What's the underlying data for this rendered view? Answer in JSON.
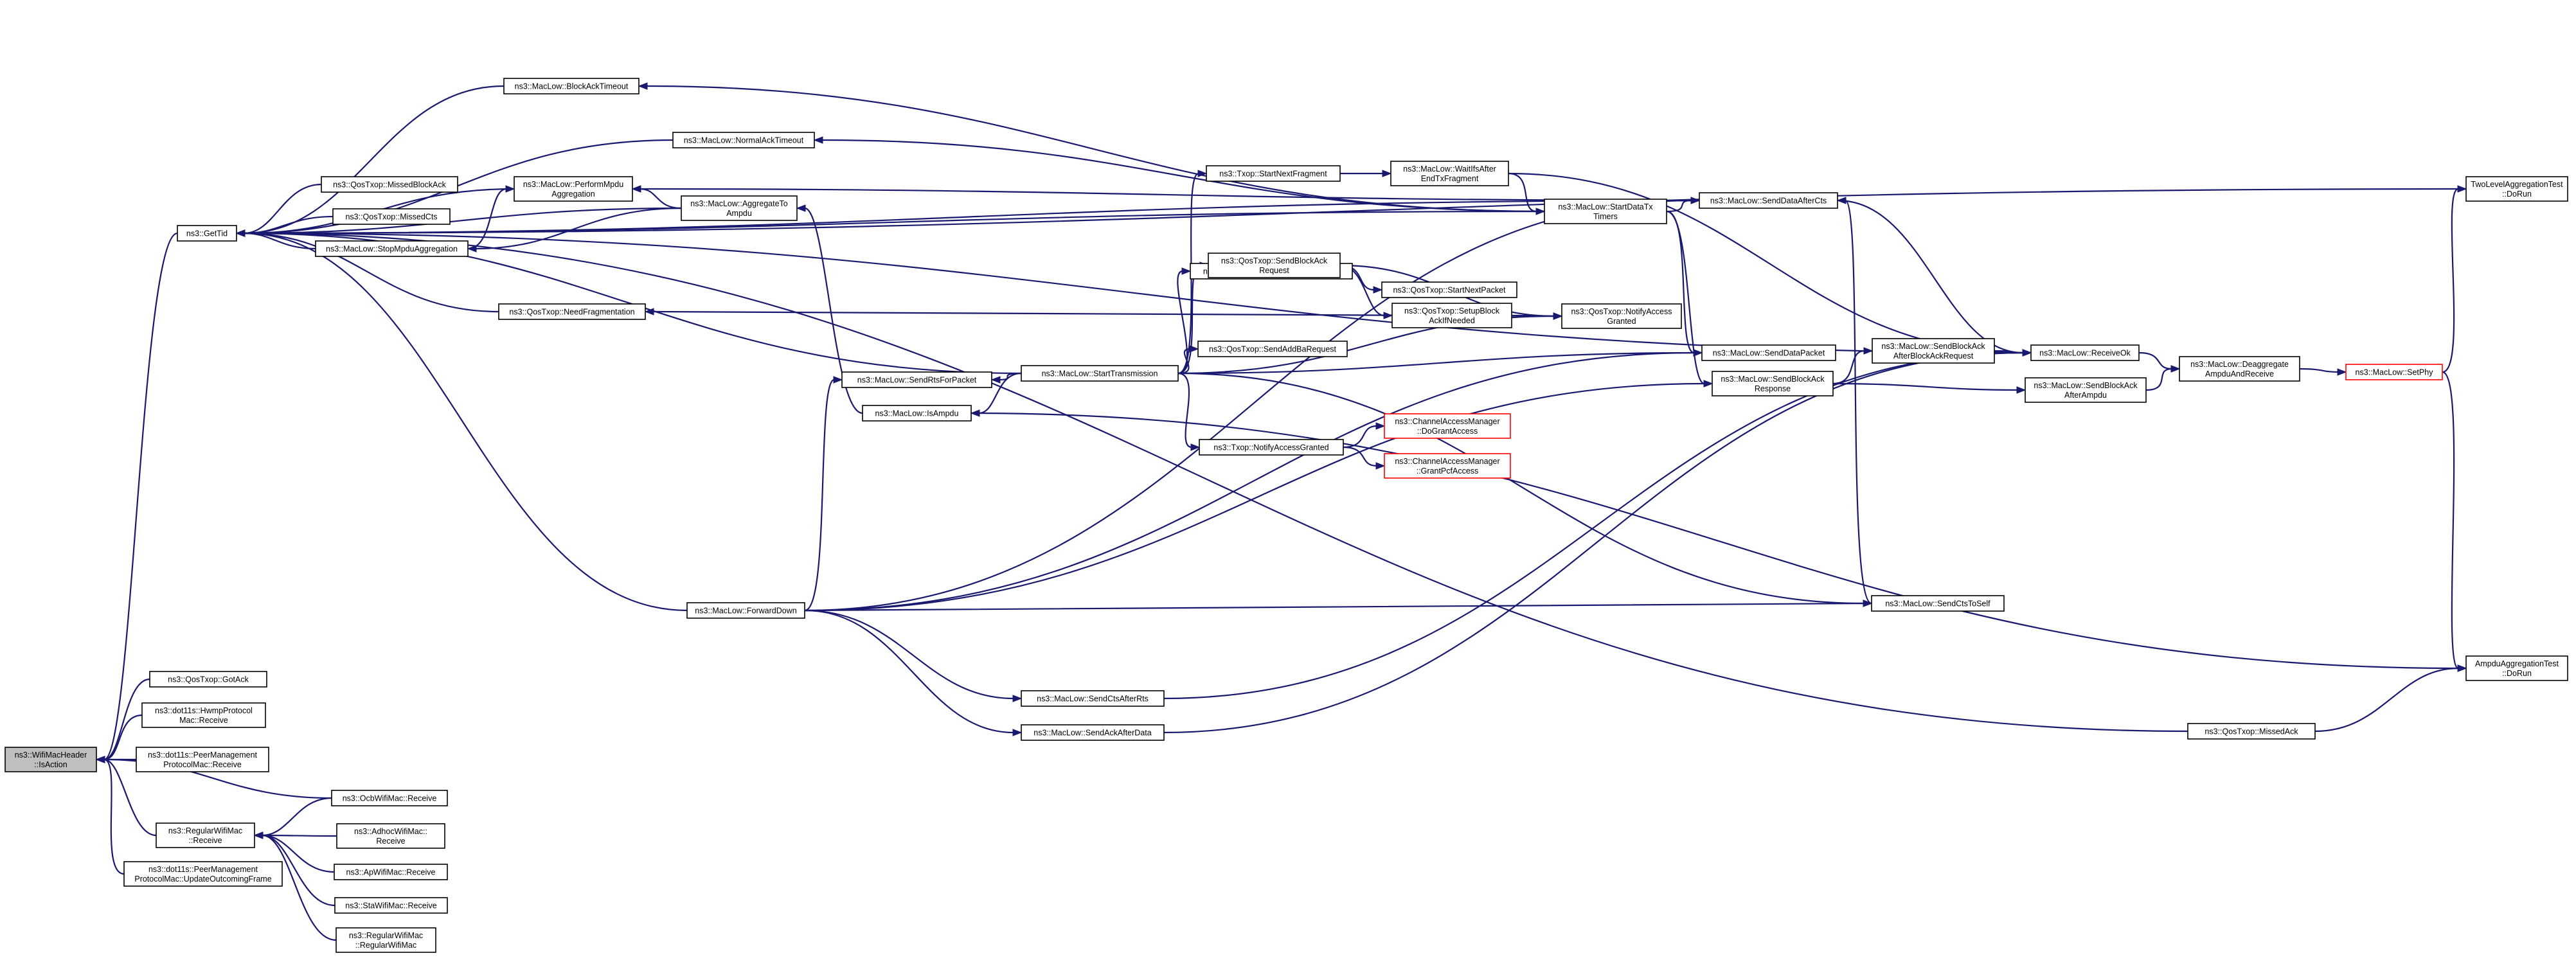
{
  "colors": {
    "edge": "#191970",
    "focus_fill": "#bfbfbf",
    "truncated_border": "#ff0000",
    "border": "#000000"
  },
  "nodes": [
    {
      "id": "is_action",
      "lines": [
        "ns3::WifiMacHeader",
        "::IsAction"
      ],
      "style": "focus"
    },
    {
      "id": "get_tid",
      "lines": [
        "ns3::GetTid"
      ]
    },
    {
      "id": "block_ack_timeout",
      "lines": [
        "ns3::MacLow::BlockAckTimeout"
      ]
    },
    {
      "id": "normal_ack_timeout",
      "lines": [
        "ns3::MacLow::NormalAckTimeout"
      ]
    },
    {
      "id": "missed_block_ack",
      "lines": [
        "ns3::QosTxop::MissedBlockAck"
      ]
    },
    {
      "id": "missed_cts",
      "lines": [
        "ns3::QosTxop::MissedCts"
      ]
    },
    {
      "id": "stop_mpdu_aggregation",
      "lines": [
        "ns3::MacLow::StopMpduAggregation"
      ]
    },
    {
      "id": "perform_mpdu_aggregation",
      "lines": [
        "ns3::MacLow::PerformMpdu",
        "Aggregation"
      ]
    },
    {
      "id": "aggregate_to_ampdu",
      "lines": [
        "ns3::MacLow::AggregateTo",
        "Ampdu"
      ]
    },
    {
      "id": "need_fragmentation",
      "lines": [
        "ns3::QosTxop::NeedFragmentation"
      ]
    },
    {
      "id": "start_next_fragment",
      "lines": [
        "ns3::Txop::StartNextFragment"
      ]
    },
    {
      "id": "wave_start_transmission",
      "lines": [
        "ns3::WaveMacLow::StartTransmission"
      ]
    },
    {
      "id": "send_block_ack_request",
      "lines": [
        "ns3::QosTxop::SendBlockAck",
        "Request"
      ]
    },
    {
      "id": "send_addba_request",
      "lines": [
        "ns3::QosTxop::SendAddBaRequest"
      ]
    },
    {
      "id": "start_next_packet",
      "lines": [
        "ns3::QosTxop::StartNextPacket"
      ]
    },
    {
      "id": "setup_block_ack",
      "lines": [
        "ns3::QosTxop::SetupBlock",
        "AckIfNeeded"
      ]
    },
    {
      "id": "qos_notify_access_granted",
      "lines": [
        "ns3::QosTxop::NotifyAccess",
        "Granted"
      ]
    },
    {
      "id": "wait_ifs_after",
      "lines": [
        "ns3::MacLow::WaitIfsAfter",
        "EndTxFragment"
      ]
    },
    {
      "id": "start_data_tx_timers",
      "lines": [
        "ns3::MacLow::StartDataTx",
        "Timers"
      ]
    },
    {
      "id": "send_data_after_cts",
      "lines": [
        "ns3::MacLow::SendDataAfterCts"
      ]
    },
    {
      "id": "send_rts_for_packet",
      "lines": [
        "ns3::MacLow::SendRtsForPacket"
      ]
    },
    {
      "id": "start_transmission",
      "lines": [
        "ns3::MacLow::StartTransmission"
      ]
    },
    {
      "id": "is_ampdu",
      "lines": [
        "ns3::MacLow::IsAmpdu"
      ]
    },
    {
      "id": "txop_notify_access_granted",
      "lines": [
        "ns3::Txop::NotifyAccessGranted"
      ]
    },
    {
      "id": "do_grant_access",
      "lines": [
        "ns3::ChannelAccessManager",
        "::DoGrantAccess"
      ],
      "style": "red"
    },
    {
      "id": "grant_pcf_access",
      "lines": [
        "ns3::ChannelAccessManager",
        "::GrantPcfAccess"
      ],
      "style": "red"
    },
    {
      "id": "send_data_packet",
      "lines": [
        "ns3::MacLow::SendDataPacket"
      ]
    },
    {
      "id": "send_block_ack_response",
      "lines": [
        "ns3::MacLow::SendBlockAck",
        "Response"
      ]
    },
    {
      "id": "send_block_ack_after_request",
      "lines": [
        "ns3::MacLow::SendBlockAck",
        "AfterBlockAckRequest"
      ]
    },
    {
      "id": "receive_ok",
      "lines": [
        "ns3::MacLow::ReceiveOk"
      ]
    },
    {
      "id": "send_block_ack_after_ampdu",
      "lines": [
        "ns3::MacLow::SendBlockAck",
        "AfterAmpdu"
      ]
    },
    {
      "id": "deaggregate",
      "lines": [
        "ns3::MacLow::Deaggregate",
        "AmpduAndReceive"
      ]
    },
    {
      "id": "set_phy",
      "lines": [
        "ns3::MacLow::SetPhy"
      ],
      "style": "red"
    },
    {
      "id": "two_level_test",
      "lines": [
        "TwoLevelAggregationTest",
        "::DoRun"
      ]
    },
    {
      "id": "ampdu_test",
      "lines": [
        "AmpduAggregationTest",
        "::DoRun"
      ]
    },
    {
      "id": "forward_down",
      "lines": [
        "ns3::MacLow::ForwardDown"
      ]
    },
    {
      "id": "send_cts_to_self",
      "lines": [
        "ns3::MacLow::SendCtsToSelf"
      ]
    },
    {
      "id": "send_cts_after_rts",
      "lines": [
        "ns3::MacLow::SendCtsAfterRts"
      ]
    },
    {
      "id": "send_ack_after_data",
      "lines": [
        "ns3::MacLow::SendAckAfterData"
      ]
    },
    {
      "id": "qos_missed_ack",
      "lines": [
        "ns3::QosTxop::MissedAck"
      ]
    },
    {
      "id": "qos_got_ack",
      "lines": [
        "ns3::QosTxop::GotAck"
      ]
    },
    {
      "id": "hwmp_receive",
      "lines": [
        "ns3::dot11s::HwmpProtocol",
        "Mac::Receive"
      ]
    },
    {
      "id": "peer_mgmt_receive",
      "lines": [
        "ns3::dot11s::PeerManagement",
        "ProtocolMac::Receive"
      ]
    },
    {
      "id": "ocb_receive",
      "lines": [
        "ns3::OcbWifiMac::Receive"
      ]
    },
    {
      "id": "regular_receive",
      "lines": [
        "ns3::RegularWifiMac",
        "::Receive"
      ]
    },
    {
      "id": "adhoc_receive",
      "lines": [
        "ns3::AdhocWifiMac::",
        "Receive"
      ]
    },
    {
      "id": "ap_receive",
      "lines": [
        "ns3::ApWifiMac::Receive"
      ]
    },
    {
      "id": "peer_mgmt_update",
      "lines": [
        "ns3::dot11s::PeerManagement",
        "ProtocolMac::UpdateOutcomingFrame"
      ]
    },
    {
      "id": "sta_receive",
      "lines": [
        "ns3::StaWifiMac::Receive"
      ]
    },
    {
      "id": "regular_ctor",
      "lines": [
        "ns3::RegularWifiMac",
        "::RegularWifiMac"
      ]
    }
  ],
  "edges": [
    [
      "get_tid",
      "is_action"
    ],
    [
      "qos_got_ack",
      "is_action"
    ],
    [
      "hwmp_receive",
      "is_action"
    ],
    [
      "peer_mgmt_receive",
      "is_action"
    ],
    [
      "ocb_receive",
      "is_action"
    ],
    [
      "regular_receive",
      "is_action"
    ],
    [
      "peer_mgmt_update",
      "is_action"
    ],
    [
      "adhoc_receive",
      "regular_receive"
    ],
    [
      "ap_receive",
      "regular_receive"
    ],
    [
      "sta_receive",
      "regular_receive"
    ],
    [
      "regular_ctor",
      "regular_receive"
    ],
    [
      "ocb_receive",
      "regular_receive"
    ],
    [
      "block_ack_timeout",
      "get_tid"
    ],
    [
      "normal_ack_timeout",
      "get_tid"
    ],
    [
      "missed_block_ack",
      "get_tid"
    ],
    [
      "missed_cts",
      "get_tid"
    ],
    [
      "stop_mpdu_aggregation",
      "get_tid"
    ],
    [
      "perform_mpdu_aggregation",
      "get_tid"
    ],
    [
      "aggregate_to_ampdu",
      "get_tid"
    ],
    [
      "need_fragmentation",
      "get_tid"
    ],
    [
      "start_transmission",
      "get_tid"
    ],
    [
      "forward_down",
      "get_tid"
    ],
    [
      "qos_missed_ack",
      "get_tid"
    ],
    [
      "send_data_after_cts",
      "get_tid"
    ],
    [
      "receive_ok",
      "get_tid"
    ],
    [
      "two_level_test",
      "get_tid"
    ],
    [
      "start_data_tx_timers",
      "get_tid"
    ],
    [
      "aggregate_to_ampdu",
      "stop_mpdu_aggregation"
    ],
    [
      "aggregate_to_ampdu",
      "perform_mpdu_aggregation"
    ],
    [
      "stop_mpdu_aggregation",
      "perform_mpdu_aggregation"
    ],
    [
      "start_data_tx_timers",
      "block_ack_timeout"
    ],
    [
      "start_data_tx_timers",
      "normal_ack_timeout"
    ],
    [
      "send_data_after_cts",
      "perform_mpdu_aggregation"
    ],
    [
      "qos_notify_access_granted",
      "need_fragmentation"
    ],
    [
      "is_ampdu",
      "aggregate_to_ampdu"
    ],
    [
      "start_transmission",
      "start_next_fragment"
    ],
    [
      "start_transmission",
      "wave_start_transmission"
    ],
    [
      "start_transmission",
      "send_block_ack_request"
    ],
    [
      "start_transmission",
      "send_addba_request"
    ],
    [
      "start_transmission",
      "qos_notify_access_granted"
    ],
    [
      "start_transmission",
      "txop_notify_access_granted"
    ],
    [
      "start_transmission",
      "send_rts_for_packet"
    ],
    [
      "start_transmission",
      "is_ampdu"
    ],
    [
      "start_transmission",
      "send_data_packet"
    ],
    [
      "start_transmission",
      "send_cts_to_self"
    ],
    [
      "send_block_ack_request",
      "start_next_packet"
    ],
    [
      "send_block_ack_request",
      "setup_block_ack"
    ],
    [
      "send_block_ack_request",
      "qos_notify_access_granted"
    ],
    [
      "setup_block_ack",
      "qos_notify_access_granted"
    ],
    [
      "start_next_fragment",
      "wait_ifs_after"
    ],
    [
      "wait_ifs_after",
      "start_data_tx_timers"
    ],
    [
      "wait_ifs_after",
      "receive_ok"
    ],
    [
      "start_data_tx_timers",
      "send_data_after_cts"
    ],
    [
      "start_data_tx_timers",
      "send_data_packet"
    ],
    [
      "start_data_tx_timers",
      "send_block_ack_response"
    ],
    [
      "txop_notify_access_granted",
      "do_grant_access"
    ],
    [
      "txop_notify_access_granted",
      "grant_pcf_access"
    ],
    [
      "send_block_ack_response",
      "send_block_ack_after_request"
    ],
    [
      "send_block_ack_response",
      "send_block_ack_after_ampdu"
    ],
    [
      "send_block_ack_after_request",
      "receive_ok"
    ],
    [
      "send_data_after_cts",
      "receive_ok"
    ],
    [
      "receive_ok",
      "deaggregate"
    ],
    [
      "send_block_ack_after_ampdu",
      "deaggregate"
    ],
    [
      "deaggregate",
      "set_phy"
    ],
    [
      "set_phy",
      "two_level_test"
    ],
    [
      "set_phy",
      "ampdu_test"
    ],
    [
      "forward_down",
      "send_rts_for_packet"
    ],
    [
      "forward_down",
      "send_data_packet"
    ],
    [
      "forward_down",
      "send_block_ack_response"
    ],
    [
      "forward_down",
      "send_cts_to_self"
    ],
    [
      "forward_down",
      "send_cts_after_rts"
    ],
    [
      "forward_down",
      "send_ack_after_data"
    ],
    [
      "forward_down",
      "send_data_after_cts"
    ],
    [
      "send_cts_to_self",
      "send_data_after_cts"
    ],
    [
      "send_cts_after_rts",
      "receive_ok"
    ],
    [
      "send_ack_after_data",
      "receive_ok"
    ],
    [
      "is_ampdu",
      "ampdu_test"
    ],
    [
      "qos_missed_ack",
      "ampdu_test"
    ]
  ]
}
